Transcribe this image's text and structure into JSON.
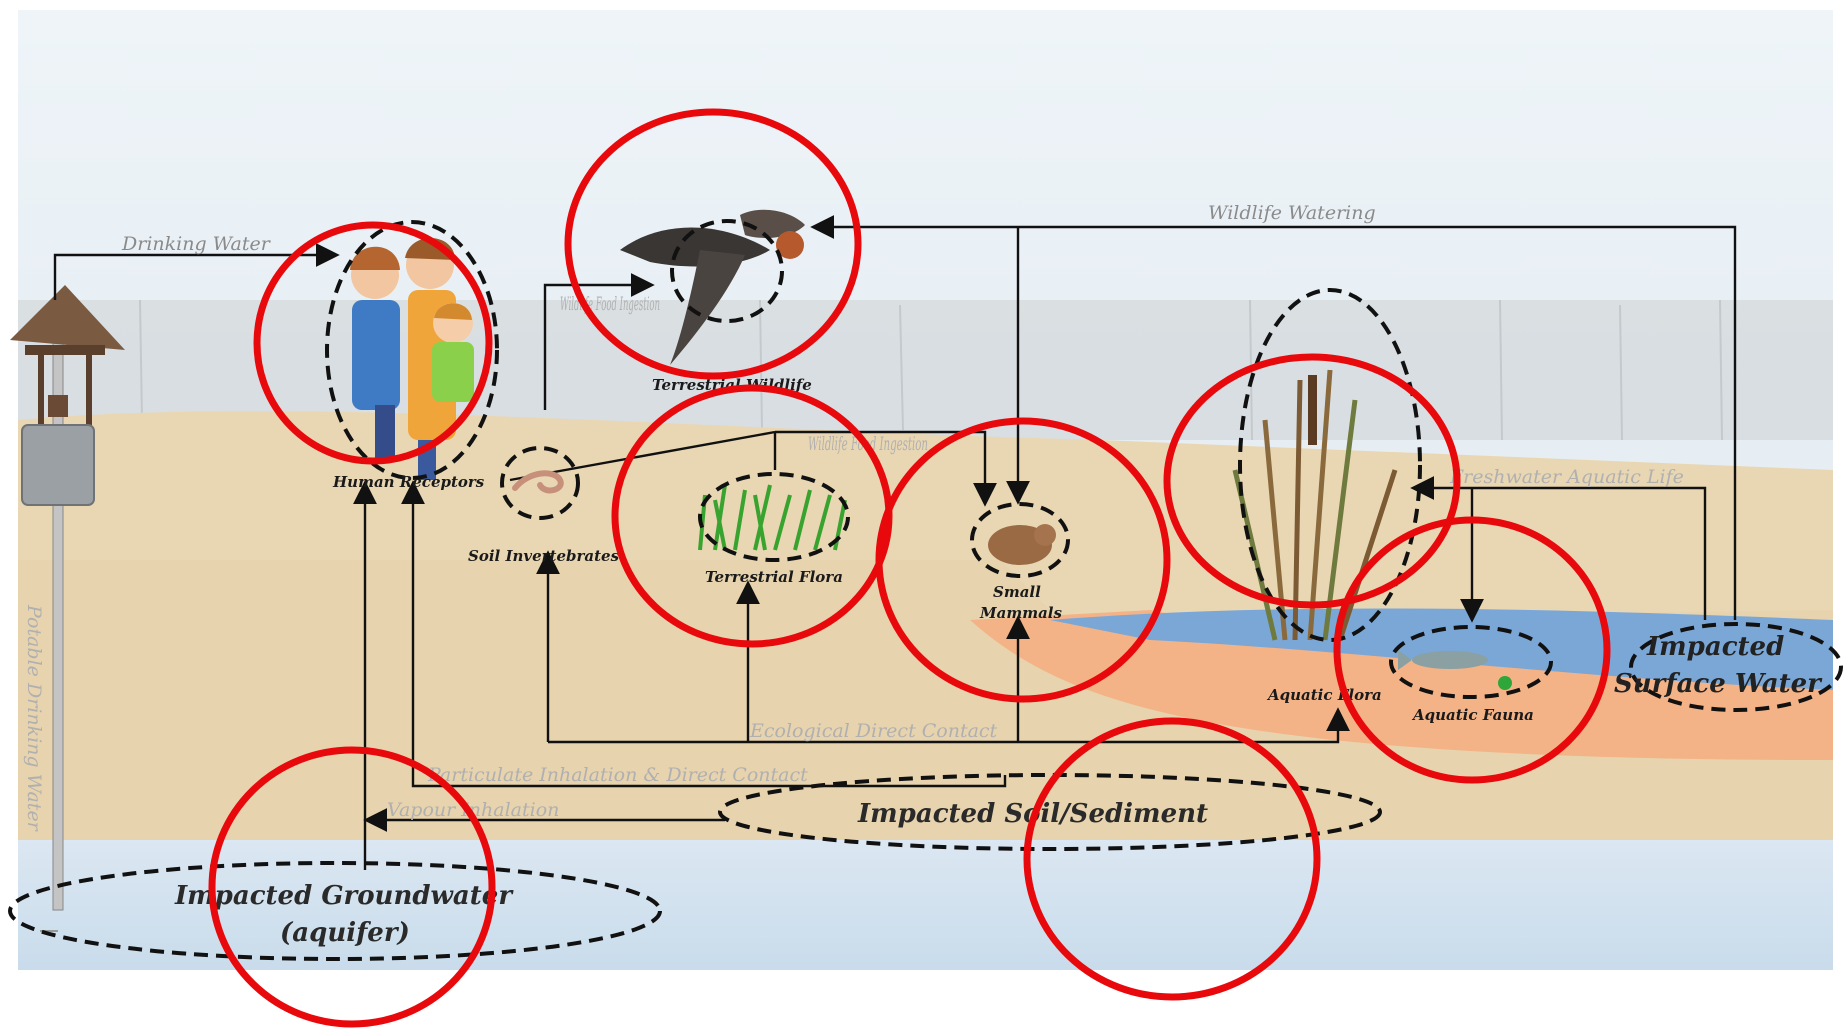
{
  "diagram": {
    "flows": {
      "drinking_water": "Drinking Water",
      "wildlife_watering": "Wildlife Watering",
      "wildlife_food_ingestion_1": "Wildlife Food Ingestion",
      "wildlife_food_ingestion_2": "Wildlife Food Ingestion",
      "freshwater_aquatic_life": "Freshwater Aquatic Life",
      "ecological_direct_contact": "Ecological Direct Contact",
      "particulate_inhalation": "Particulate Inhalation & Direct Contact",
      "vapour_inhalation": "Vapour Inhalation",
      "potable_drinking_water": "Potable Drinking Water"
    },
    "receptors": {
      "human": "Human Receptors",
      "terrestrial_wildlife": "Terrestrial Wildlife",
      "soil_invertebrates": "Soil Invertebrates",
      "terrestrial_flora": "Terrestrial Flora",
      "small_mammals_1": "Small",
      "small_mammals_2": "Mammals",
      "aquatic_flora": "Aquatic Flora",
      "aquatic_fauna": "Aquatic Fauna"
    },
    "sources": {
      "surface_water_1": "Impacted",
      "surface_water_2": "Surface Water",
      "soil_sediment": "Impacted Soil/Sediment",
      "groundwater_1": "Impacted Groundwater",
      "groundwater_2": "(aquifer)"
    },
    "colors": {
      "highlight_circle": "#e8090c",
      "sky": "#e6eef4",
      "soil": "#e8d4ae",
      "sediment": "#f2b58a",
      "surface_water": "#7aa6d6",
      "groundwater": "#cfe0ef"
    }
  }
}
